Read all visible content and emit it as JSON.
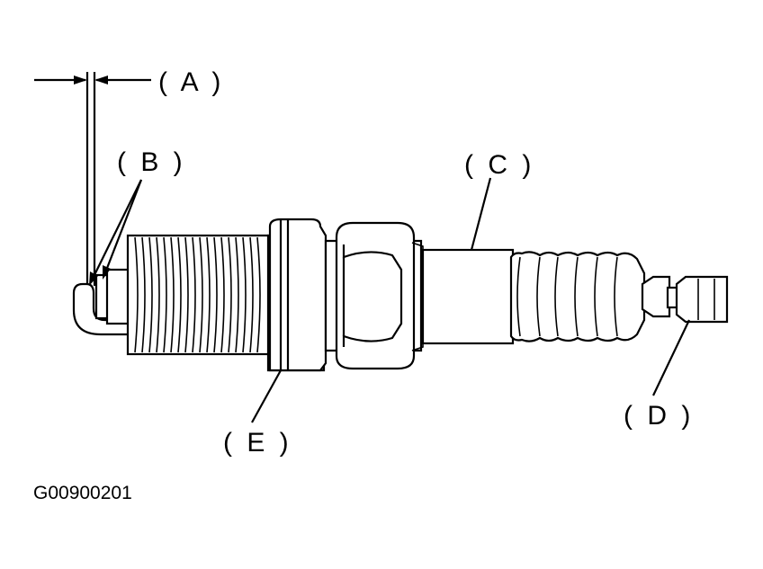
{
  "callouts": {
    "a": "( A )",
    "b": "( B )",
    "c": "( C )",
    "d": "( D )",
    "e": "( E )"
  },
  "figure_id": "G00900201",
  "colors": {
    "ink": "#000000",
    "paper": "#ffffff"
  }
}
